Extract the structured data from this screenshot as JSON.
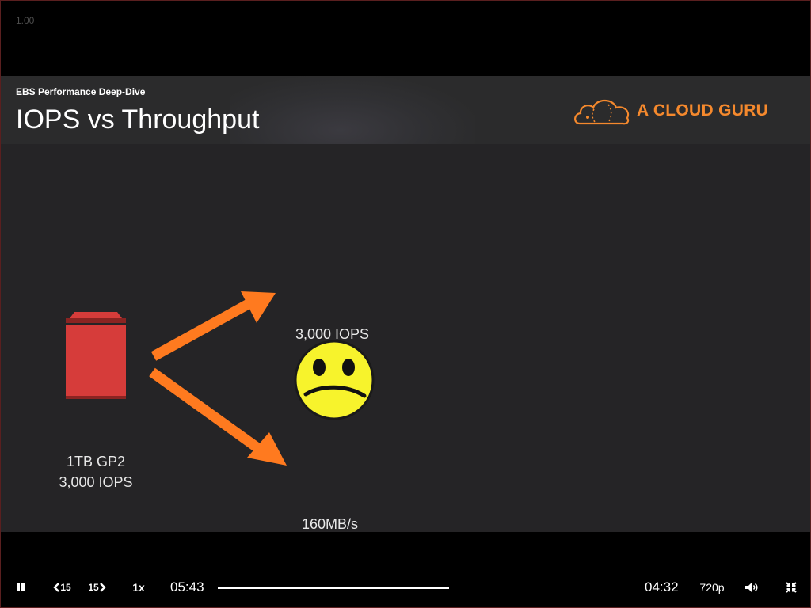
{
  "overlay": {
    "value": "1.00"
  },
  "slide": {
    "section_label": "EBS Performance Deep-Dive",
    "title": "IOPS vs Throughput",
    "brand": {
      "name": "A CLOUD GURU",
      "color": "#f5892d",
      "icon": "cloud-logo-icon"
    },
    "drive": {
      "icon": "ebs-volume-icon",
      "color": "#d63c3a",
      "size_label": "1TB GP2",
      "iops_label": "3,000 IOPS"
    },
    "arrow_color": "#ff7a1f",
    "iops_result": "3,000 IOPS",
    "throughput_result": "160MB/s",
    "mood_icon": "sad-face-icon"
  },
  "player": {
    "play_state_icon": "pause-icon",
    "rewind_label": "15",
    "forward_label": "15",
    "rate_label": "1x",
    "elapsed": "05:43",
    "remaining": "04:32",
    "progress_fraction": 1.0,
    "quality_label": "720p",
    "volume_icon": "volume-icon",
    "exit_fullscreen_icon": "exit-fullscreen-icon"
  }
}
